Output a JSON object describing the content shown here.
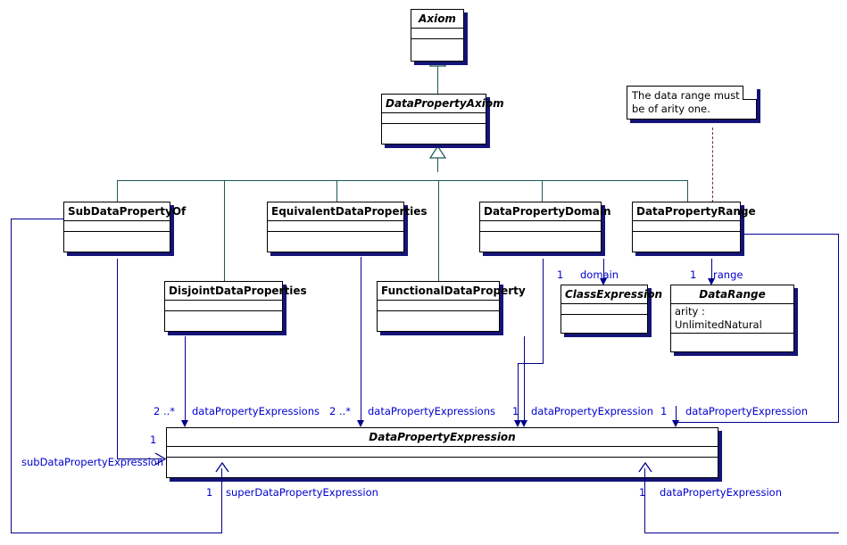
{
  "diagram": {
    "title": "OWL 2 Data Property Axioms UML class diagram",
    "accent_generalization": "#1f5757",
    "accent_association": "#00008b",
    "accent_label": "#0000cd",
    "accent_note_link": "#8b1a4a",
    "shadow": "#141478"
  },
  "classes": {
    "axiom": {
      "name": "Axiom",
      "italic": true,
      "attributes": []
    },
    "data_prop_axiom": {
      "name": "DataPropertyAxiom",
      "italic": true,
      "attributes": []
    },
    "sub_data_prop_of": {
      "name": "SubDataPropertyOf",
      "italic": false,
      "attributes": []
    },
    "equiv_data_props": {
      "name": "EquivalentDataProperties",
      "italic": false,
      "attributes": []
    },
    "data_prop_domain": {
      "name": "DataPropertyDomain",
      "italic": false,
      "attributes": []
    },
    "data_prop_range": {
      "name": "DataPropertyRange",
      "italic": false,
      "attributes": []
    },
    "disjoint_props": {
      "name": "DisjointDataProperties",
      "italic": false,
      "attributes": []
    },
    "functional_prop": {
      "name": "FunctionalDataProperty",
      "italic": false,
      "attributes": []
    },
    "class_expression": {
      "name": "ClassExpression",
      "italic": true,
      "attributes": []
    },
    "data_range": {
      "name": "DataRange",
      "italic": true,
      "attributes": [
        "arity : UnlimitedNatural"
      ]
    },
    "data_prop_expr": {
      "name": "DataPropertyExpression",
      "italic": true,
      "attributes": []
    }
  },
  "note": {
    "line1": "The data range must",
    "line2": "be of arity one."
  },
  "associations": [
    {
      "id": "domain",
      "multiplicity": "1",
      "role": "domain",
      "from": "DataPropertyDomain",
      "to": "ClassExpression"
    },
    {
      "id": "range",
      "multiplicity": "1",
      "role": "range",
      "from": "DataPropertyRange",
      "to": "DataRange"
    },
    {
      "id": "disjoint_dpes",
      "multiplicity": "2 ..*",
      "role": "dataPropertyExpressions",
      "from": "DisjointDataProperties",
      "to": "DataPropertyExpression"
    },
    {
      "id": "equiv_dpes",
      "multiplicity": "2 ..*",
      "role": "dataPropertyExpressions",
      "from": "EquivalentDataProperties",
      "to": "DataPropertyExpression"
    },
    {
      "id": "functional_dpe",
      "multiplicity": "1",
      "role": "dataPropertyExpression",
      "from": "FunctionalDataProperty",
      "to": "DataPropertyExpression"
    },
    {
      "id": "domain_dpe",
      "multiplicity": "1",
      "role": "dataPropertyExpression",
      "from": "DataPropertyDomain",
      "to": "DataPropertyExpression"
    },
    {
      "id": "sub_dpe",
      "multiplicity": "1",
      "role": "subDataPropertyExpression",
      "from": "SubDataPropertyOf",
      "to": "DataPropertyExpression"
    },
    {
      "id": "super_dpe",
      "multiplicity": "1",
      "role": "superDataPropertyExpression",
      "from": "SubDataPropertyOf",
      "to": "DataPropertyExpression"
    },
    {
      "id": "range_dpe",
      "multiplicity": "1",
      "role": "dataPropertyExpression",
      "from": "DataPropertyRange",
      "to": "DataPropertyExpression"
    }
  ],
  "generalizations": [
    {
      "child": "DataPropertyAxiom",
      "parent": "Axiom"
    },
    {
      "child": "SubDataPropertyOf",
      "parent": "DataPropertyAxiom"
    },
    {
      "child": "DisjointDataProperties",
      "parent": "DataPropertyAxiom"
    },
    {
      "child": "EquivalentDataProperties",
      "parent": "DataPropertyAxiom"
    },
    {
      "child": "FunctionalDataProperty",
      "parent": "DataPropertyAxiom"
    },
    {
      "child": "DataPropertyDomain",
      "parent": "DataPropertyAxiom"
    },
    {
      "child": "DataPropertyRange",
      "parent": "DataPropertyAxiom"
    }
  ]
}
